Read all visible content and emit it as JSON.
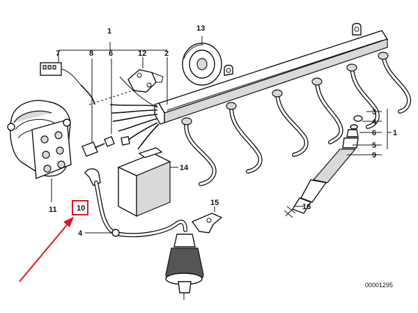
{
  "callouts": {
    "c1": "1",
    "c2": "2",
    "c3": "3",
    "c4a": "4",
    "c4b": "4",
    "c5": "5",
    "c6a": "6",
    "c6b": "6",
    "c1b": "1",
    "c7": "7",
    "c8": "8",
    "c9": "9",
    "c10": "10",
    "c11": "11",
    "c12": "12",
    "c13": "13",
    "c14": "14",
    "c15": "15",
    "c16": "16"
  },
  "drawing_number": "00001295",
  "highlight_color": "#e0141e",
  "arrow_color": "#e0141e"
}
